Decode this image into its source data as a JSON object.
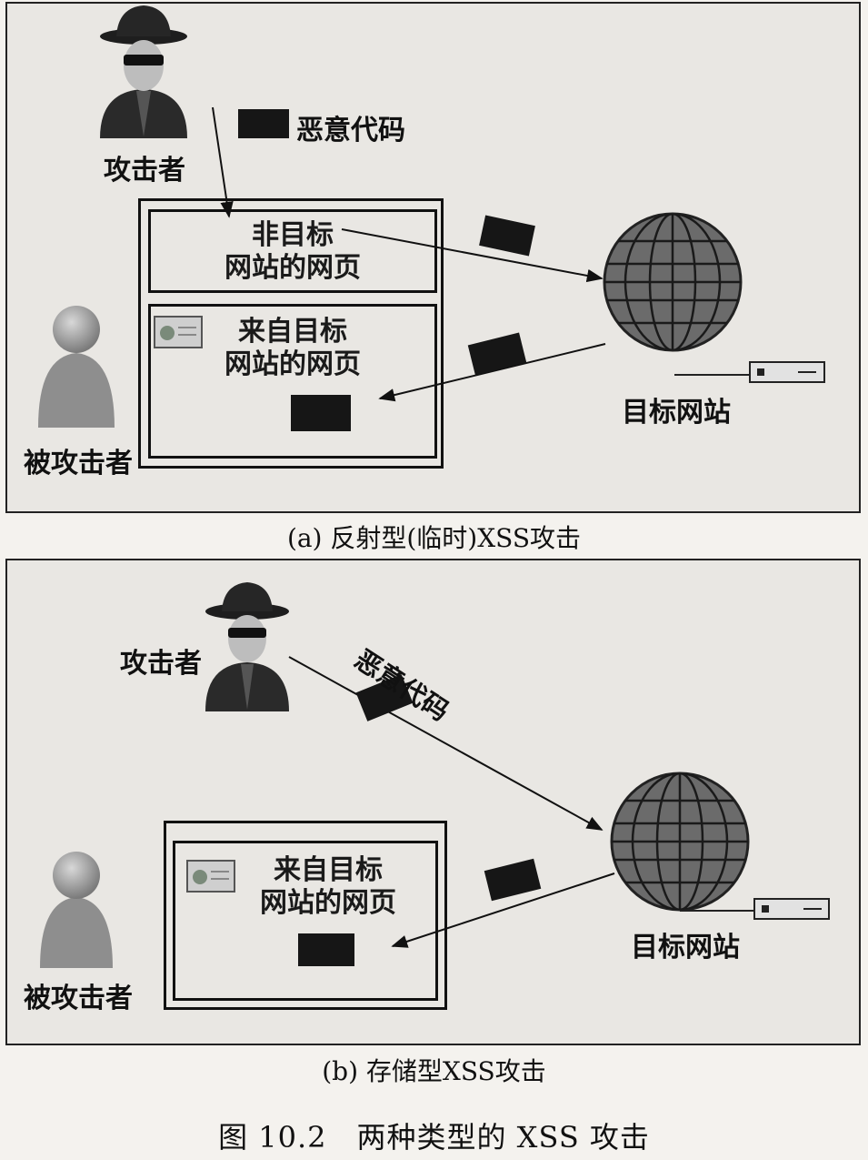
{
  "panel_a": {
    "attacker_label": "攻击者",
    "malicious_code_label": "恶意代码",
    "non_target_page": [
      "非目标",
      "网站的网页"
    ],
    "target_page": [
      "来自目标",
      "网站的网页"
    ],
    "victim_label": "被攻击者",
    "target_site_label": "目标网站",
    "caption": "(a) 反射型(临时)XSS攻击"
  },
  "panel_b": {
    "attacker_label": "攻击者",
    "malicious_code_label": "恶意代码",
    "target_page": [
      "来自目标",
      "网站的网页"
    ],
    "victim_label": "被攻击者",
    "target_site_label": "目标网站",
    "caption": "(b) 存储型XSS攻击"
  },
  "figure_caption": "图 10.2　两种类型的 XSS 攻击",
  "colors": {
    "block": "#161616",
    "globe": "#6b6b6b",
    "panel_bg": "#e9e7e3"
  },
  "icons": [
    "attacker-hacker-icon",
    "victim-person-icon",
    "globe-icon",
    "server-icon",
    "browser-window-icon"
  ]
}
